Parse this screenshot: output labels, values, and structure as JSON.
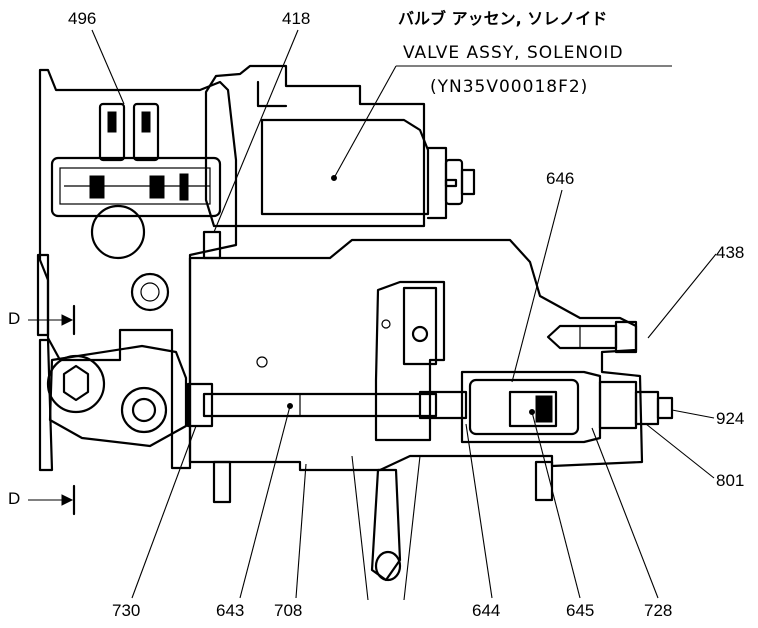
{
  "title": {
    "japanese": "バルブ アッセン, ソレノイド",
    "english": "VALVE ASSY, SOLENOID",
    "part_number": "(YN35V00018F2)"
  },
  "section_marks": {
    "upper": "D",
    "lower": "D"
  },
  "callouts": {
    "c496": "496",
    "c418": "418",
    "c646": "646",
    "c438": "438",
    "c924": "924",
    "c801": "801",
    "c730": "730",
    "c643": "643",
    "c708": "708",
    "c644": "644",
    "c645": "645",
    "c728": "728"
  }
}
